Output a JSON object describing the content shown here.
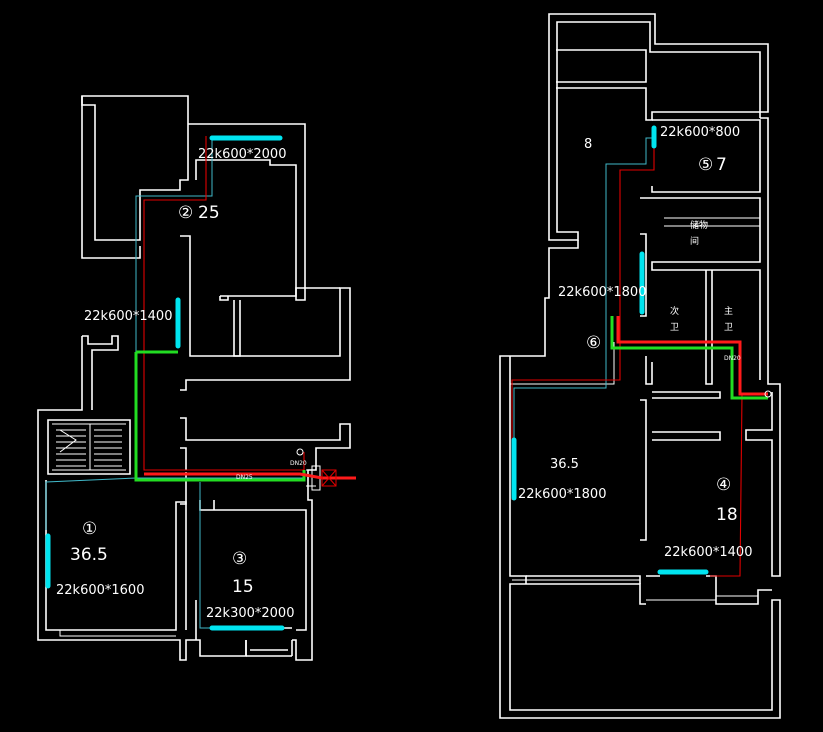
{
  "colors": {
    "background": "#000000",
    "wall": "#ffffff",
    "supply_pipe": "#e00000",
    "main_pipe": "#22dd22",
    "return_pipe": "#40b8c8",
    "radiator": "#00e5f0"
  },
  "left_plan": {
    "radiators": [
      {
        "id": "r-top",
        "label": "22k600*2000"
      },
      {
        "id": "r-hall",
        "label": "22k600*1400"
      },
      {
        "id": "r-room1",
        "label": "22k600*1600"
      },
      {
        "id": "r-room3",
        "label": "22k300*2000"
      }
    ],
    "rooms": [
      {
        "id": "room2",
        "number": "②",
        "area": "25"
      },
      {
        "id": "room1",
        "number": "①",
        "area": "36.5"
      },
      {
        "id": "room3",
        "number": "③",
        "area": "15"
      }
    ],
    "pipe_labels": [
      "DN25",
      "DN20"
    ]
  },
  "right_plan": {
    "radiators": [
      {
        "id": "r-room5",
        "label": "22k600*800"
      },
      {
        "id": "r-corridor",
        "label": "22k600*1800"
      },
      {
        "id": "r-living",
        "label": "22k600*1800"
      },
      {
        "id": "r-room4",
        "label": "22k600*1400"
      }
    ],
    "rooms": [
      {
        "id": "room8",
        "number": "",
        "area": "8"
      },
      {
        "id": "room5",
        "number": "⑤",
        "area": "7"
      },
      {
        "id": "room6",
        "number": "⑥",
        "area": ""
      },
      {
        "id": "living",
        "number": "",
        "area": "36.5"
      },
      {
        "id": "room4",
        "number": "④",
        "area": "18"
      }
    ],
    "room_names": {
      "storage_a": "储物",
      "storage_b": "间",
      "bath_a1": "次",
      "bath_a2": "卫",
      "bath_b1": "主",
      "bath_b2": "卫"
    },
    "pipe_labels": [
      "DN20"
    ]
  }
}
